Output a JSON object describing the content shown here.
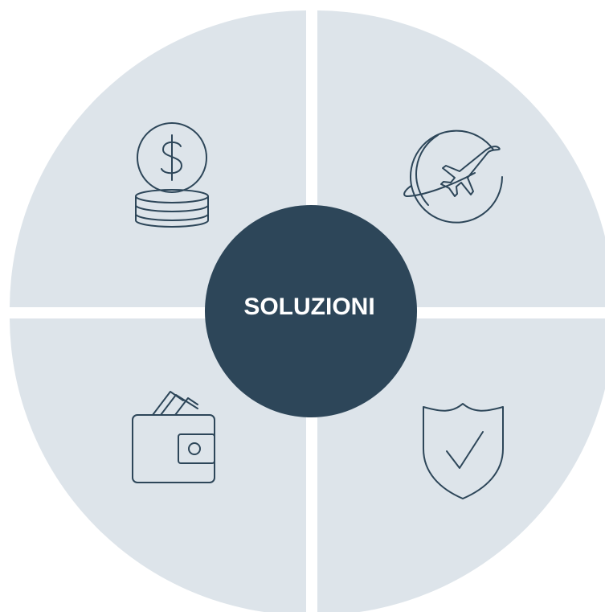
{
  "center": {
    "label": "SOLUZIONI"
  },
  "quadrants": [
    {
      "position": "top-left",
      "icon": "coins-dollar-icon"
    },
    {
      "position": "top-right",
      "icon": "airplane-globe-icon"
    },
    {
      "position": "bottom-left",
      "icon": "wallet-icon"
    },
    {
      "position": "bottom-right",
      "icon": "shield-check-icon"
    }
  ],
  "colors": {
    "segment_fill": "#dde4ea",
    "hub_fill": "#2d4659",
    "hub_text": "#ffffff",
    "icon_stroke": "#2d4659",
    "background": "#ffffff"
  }
}
